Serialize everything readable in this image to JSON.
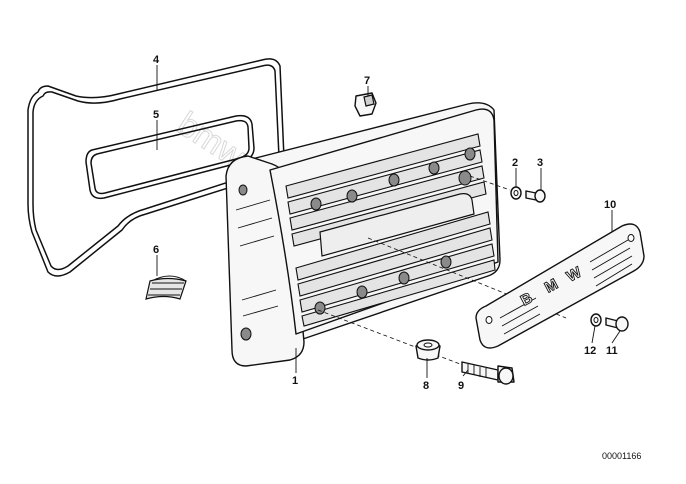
{
  "watermark": "bmwstore.pl",
  "document_id": "00001166",
  "emblem_text": [
    "B",
    "M",
    "W"
  ],
  "callouts": [
    "1",
    "2",
    "3",
    "4",
    "5",
    "6",
    "7",
    "8",
    "9",
    "10",
    "11",
    "12"
  ]
}
